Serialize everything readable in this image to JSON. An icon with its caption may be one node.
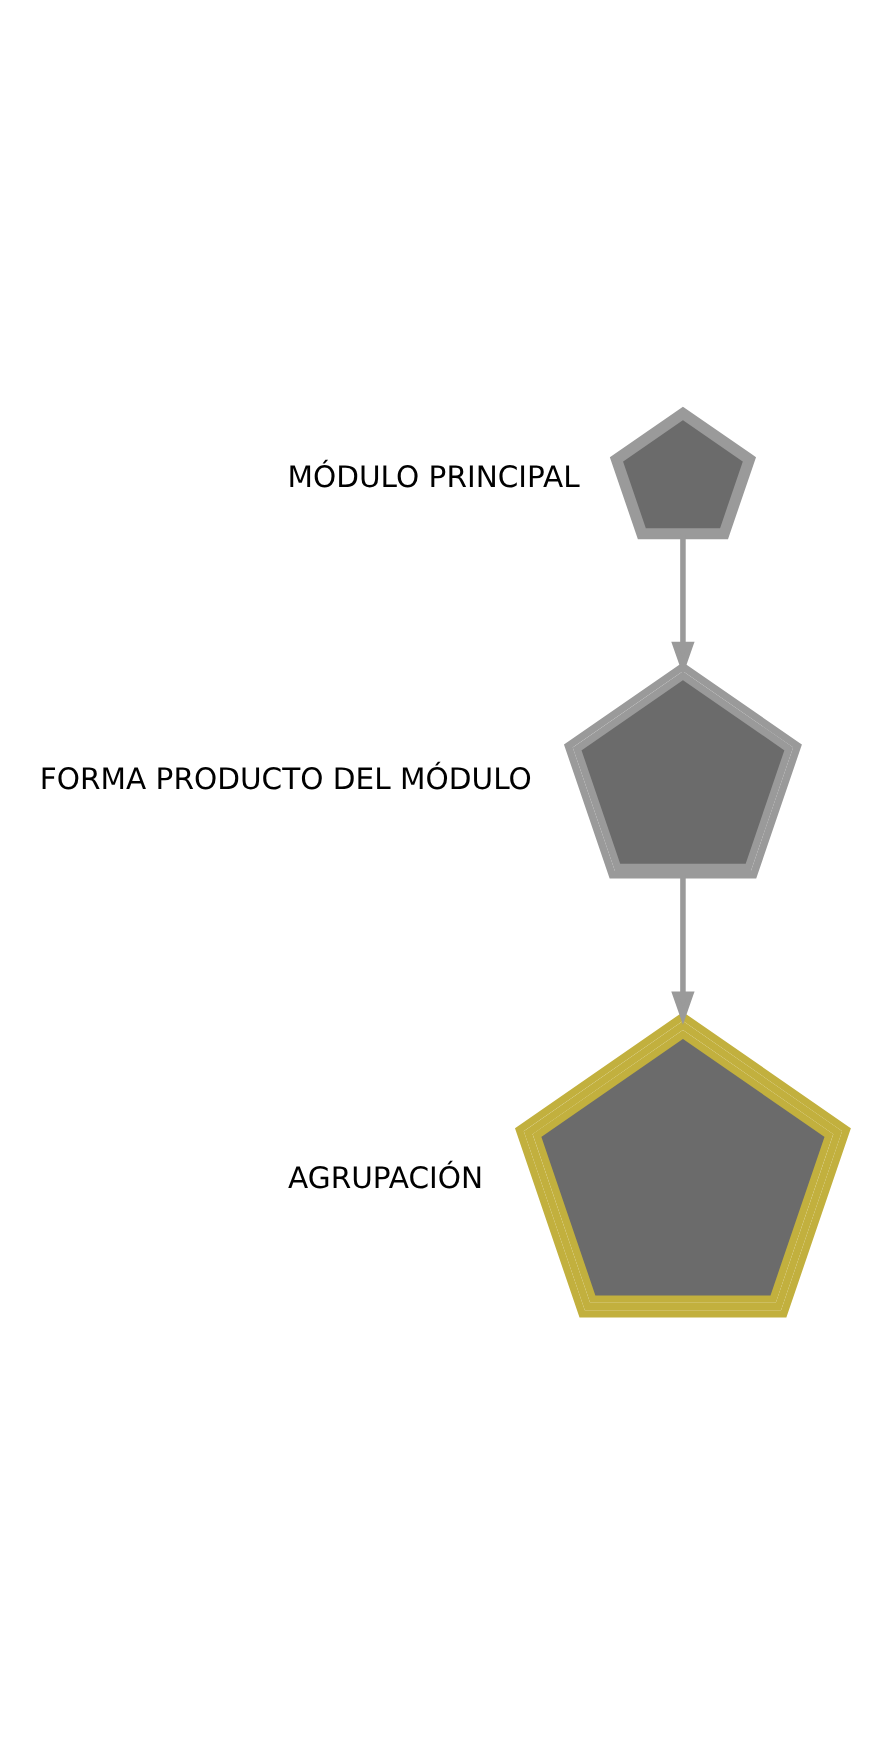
{
  "diagram": {
    "nodes": [
      {
        "text": [],
        "shape": "picture",
        "beside": [
          "MÓDULO PRINCIPAL"
        ]
      },
      {
        "text": [],
        "shape": "picture",
        "beside": [
          "FORMA PRODUCTO DEL MÓDULO"
        ]
      },
      {
        "text": [],
        "shape": "picture",
        "beside": [
          "AGRUPACIÓN"
        ]
      }
    ],
    "edges": [
      {
        "from": 0,
        "to": 1,
        "arrow": "to"
      },
      {
        "from": 1,
        "to": 2,
        "arrow": "to"
      }
    ]
  }
}
